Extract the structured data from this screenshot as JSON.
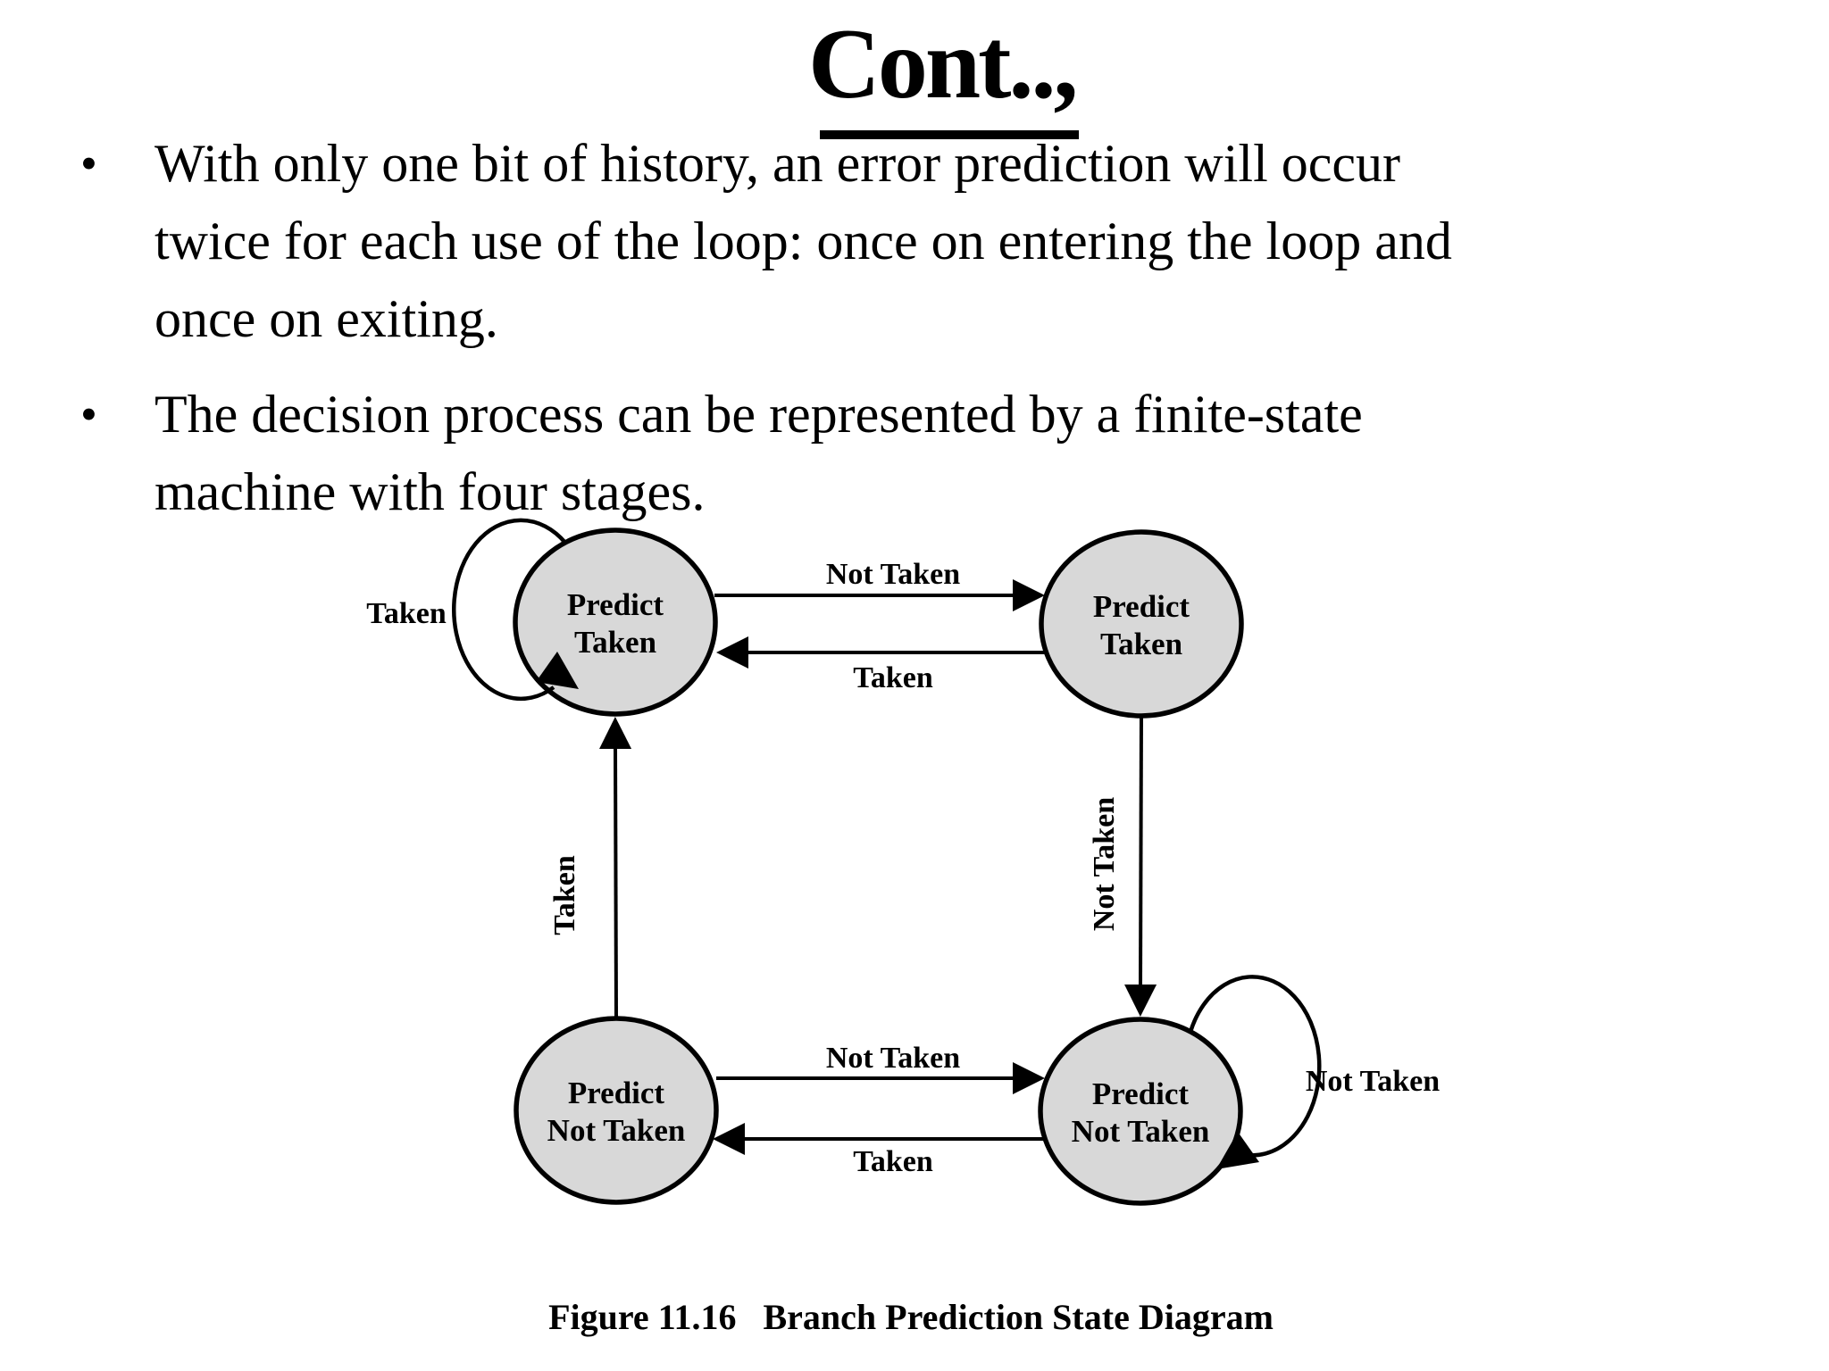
{
  "title": {
    "text": "Cont.., "
  },
  "bullet_char": "•",
  "bullets": [
    {
      "lines": [
        "With only one bit of history, an error prediction will occur",
        "twice for each use of the loop: once on entering the loop and",
        "once on exiting."
      ]
    },
    {
      "lines": [
        "The decision process can be represented by a finite-state",
        "machine with four stages."
      ]
    }
  ],
  "diagram": {
    "type": "finite-state-machine",
    "states": [
      {
        "name": "state-top-left",
        "lines": [
          "Predict",
          "Taken"
        ]
      },
      {
        "name": "state-top-right",
        "lines": [
          "Predict",
          "Taken"
        ]
      },
      {
        "name": "state-bottom-left",
        "lines": [
          "Predict",
          "Not Taken"
        ]
      },
      {
        "name": "state-bottom-right",
        "lines": [
          "Predict",
          "Not Taken"
        ]
      }
    ],
    "transitions": [
      {
        "name": "self-loop-top-left",
        "label": "Taken"
      },
      {
        "name": "top-upper-arrow",
        "label": "Not Taken"
      },
      {
        "name": "top-lower-arrow",
        "label": "Taken"
      },
      {
        "name": "right-down-arrow",
        "label": "Not Taken"
      },
      {
        "name": "left-up-arrow",
        "label": "Taken"
      },
      {
        "name": "bottom-upper-arrow",
        "label": "Not Taken"
      },
      {
        "name": "bottom-lower-arrow",
        "label": "Taken"
      },
      {
        "name": "self-loop-bottom-right",
        "label": "Not Taken"
      }
    ],
    "colors": {
      "state_fill": "#d8d8d8",
      "line": "#000000"
    }
  },
  "caption": {
    "figure": "Figure 11.16",
    "text": "Branch Prediction State Diagram"
  }
}
